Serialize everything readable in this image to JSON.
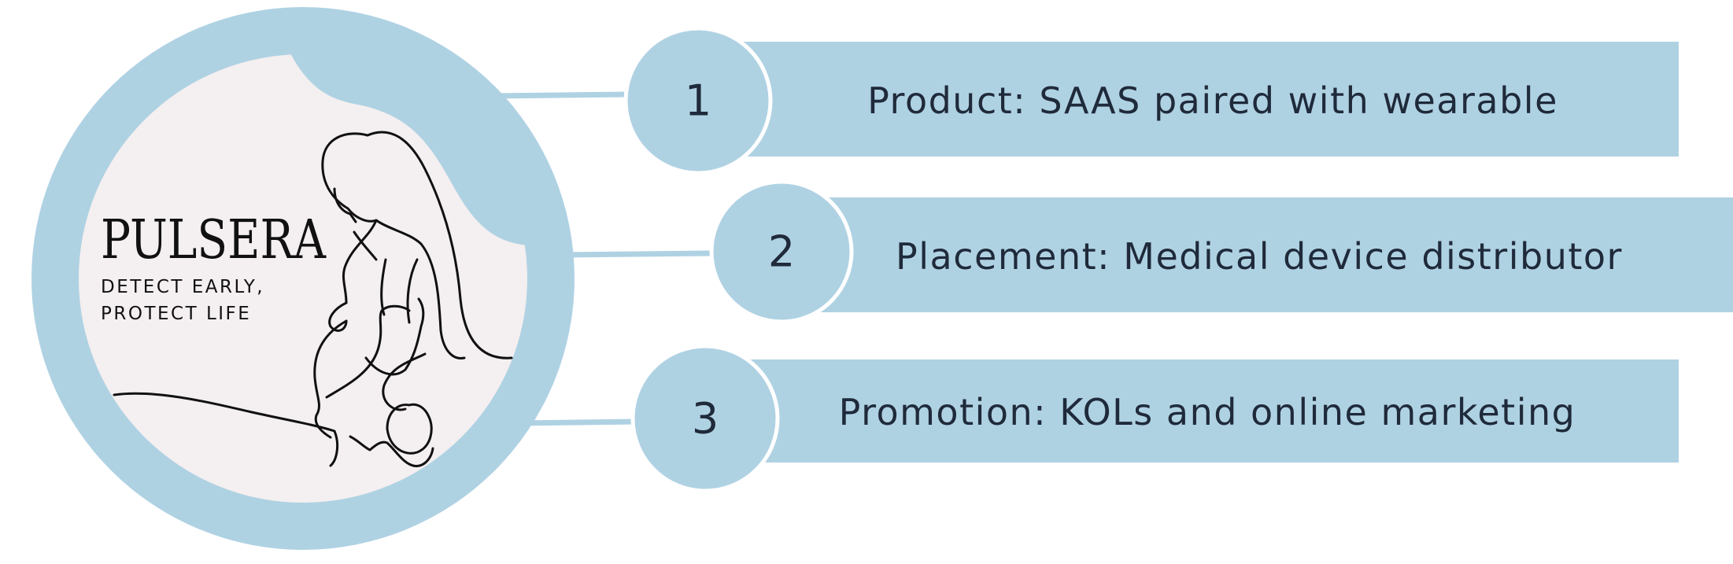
{
  "colors": {
    "accent": "#afd2e3",
    "inner_background": "#f4eff0",
    "text": "#1f2a3a",
    "ink": "#111111"
  },
  "logo": {
    "brand": "PULSERA",
    "tagline_line1": "DETECT EARLY,",
    "tagline_line2": "PROTECT LIFE",
    "illustration_icon": "mother-and-child-line-art-icon"
  },
  "items": [
    {
      "number": "1",
      "label": "Product: SAAS paired with wearable"
    },
    {
      "number": "2",
      "label": "Placement: Medical device distributor"
    },
    {
      "number": "3",
      "label": "Promotion: KOLs and online marketing"
    }
  ]
}
